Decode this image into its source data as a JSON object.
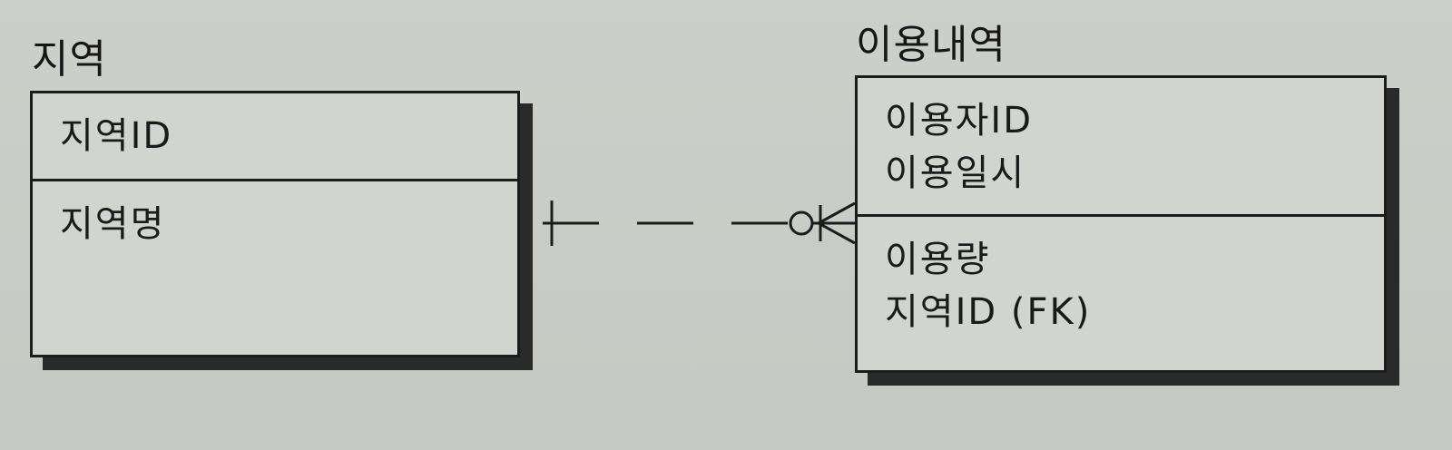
{
  "entities": {
    "region": {
      "name": "지역",
      "pk": [
        "지역ID"
      ],
      "attrs": [
        "지역명"
      ]
    },
    "usage": {
      "name": "이용내역",
      "pk": [
        "이용자ID",
        "이용일시"
      ],
      "attrs": [
        "이용량",
        "지역ID (FK)"
      ]
    }
  },
  "colors": {
    "line": "#1c1c1c",
    "background": "#c9cbc6",
    "entity_fill": "#d2d4cf",
    "shadow": "#2a2a2a"
  }
}
